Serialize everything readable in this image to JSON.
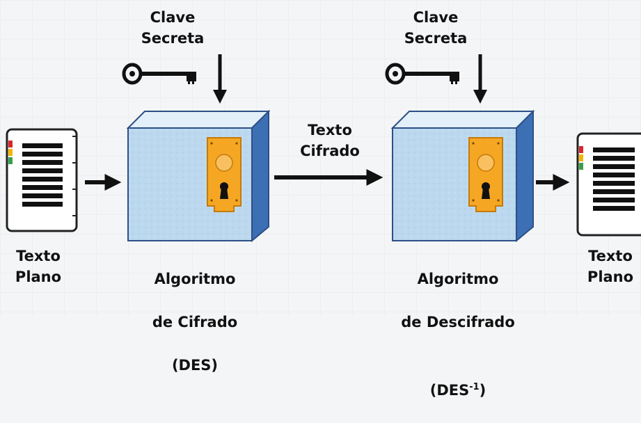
{
  "encrypt_key": {
    "label": "Clave\nSecreta"
  },
  "decrypt_key": {
    "label": "Clave\nSecreta"
  },
  "ciphertext": {
    "label": "Texto\nCifrado"
  },
  "plaintext_in": {
    "label": "Texto\nPlano"
  },
  "plaintext_out": {
    "label": "Texto\nPlano"
  },
  "encrypt_algorithm": {
    "line1": "Algoritmo",
    "line2": "de Cifrado",
    "line3": "(DES)"
  },
  "decrypt_algorithm": {
    "line1": "Algoritmo",
    "line2": "de Descifrado",
    "line3_base": "(DES",
    "line3_sup": "-1",
    "line3_end": ")"
  },
  "colors": {
    "box_face": "#bcd8ee",
    "box_top": "#e3eff9",
    "box_side": "#3d6fb4",
    "lock_plate": "#f5a623",
    "doc_stripes": [
      "#d9262b",
      "#f4b400",
      "#37a04a"
    ]
  }
}
